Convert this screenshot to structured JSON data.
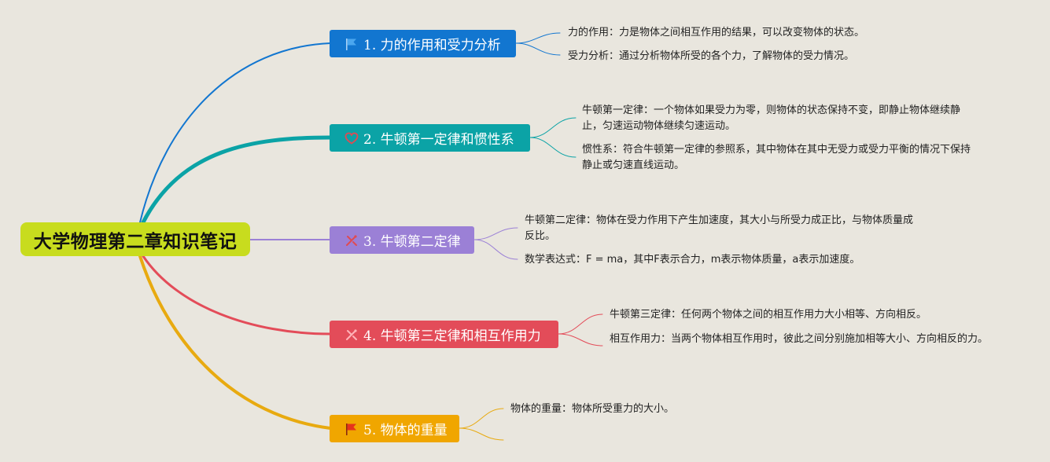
{
  "root": {
    "title": "大学物理第二章知识笔记"
  },
  "colors": {
    "root": "#c8dc1e",
    "topic1": "#1276d0",
    "topic2": "#0ba3a6",
    "topic3": "#9b80d6",
    "topic4": "#e34c59",
    "topic5": "#f0a600"
  },
  "topics": [
    {
      "label": "1. 力的作用和受力分析",
      "icon": "flag-icon",
      "notes": [
        "力的作用：力是物体之间相互作用的结果，可以改变物体的状态。",
        "受力分析：通过分析物体所受的各个力，了解物体的受力情况。"
      ]
    },
    {
      "label": "2. 牛顿第一定律和惯性系",
      "icon": "heart-icon",
      "notes": [
        "牛顿第一定律：一个物体如果受力为零，则物体的状态保持不变，即静止物体继续静止，匀速运动物体继续匀速运动。",
        "惯性系：符合牛顿第一定律的参照系，其中物体在其中无受力或受力平衡的情况下保持静止或匀速直线运动。"
      ]
    },
    {
      "label": "3. 牛顿第二定律",
      "icon": "tools-icon",
      "notes": [
        "牛顿第二定律：物体在受力作用下产生加速度，其大小与所受力成正比，与物体质量成反比。",
        "数学表达式：F = ma，其中F表示合力，m表示物体质量，a表示加速度。"
      ]
    },
    {
      "label": "4. 牛顿第三定律和相互作用力",
      "icon": "tools-icon",
      "notes": [
        "牛顿第三定律：任何两个物体之间的相互作用力大小相等、方向相反。",
        "相互作用力：当两个物体相互作用时，彼此之间分别施加相等大小、方向相反的力。"
      ]
    },
    {
      "label": "5. 物体的重量",
      "icon": "flag-icon",
      "notes": [
        "物体的重量：物体所受重力的大小。"
      ]
    }
  ]
}
